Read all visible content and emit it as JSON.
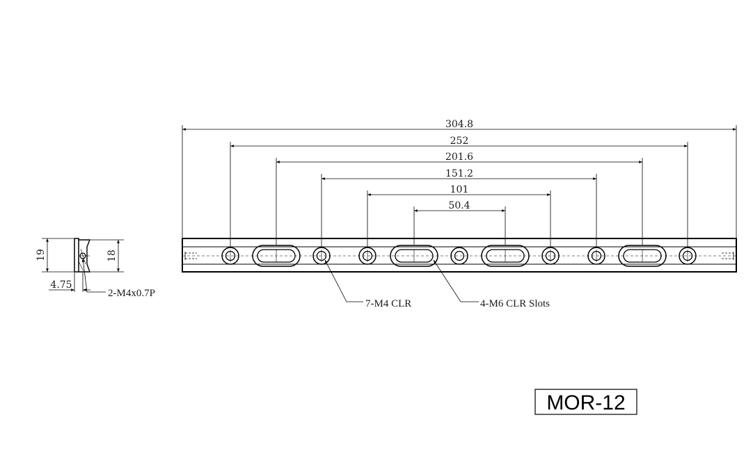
{
  "drawing": {
    "model_label": "MOR-12",
    "overall_length": "304.8",
    "hole_spacings": [
      "252",
      "201.6",
      "151.2",
      "101",
      "50.4"
    ],
    "callouts": {
      "m4_clearance": "7-M4 CLR",
      "m6_slots": "4-M6 CLR Slots",
      "tapped_holes": "2-M4x0.7P"
    },
    "end_view": {
      "height_outer": "19",
      "height_inner": "18",
      "width": "4.75"
    }
  }
}
